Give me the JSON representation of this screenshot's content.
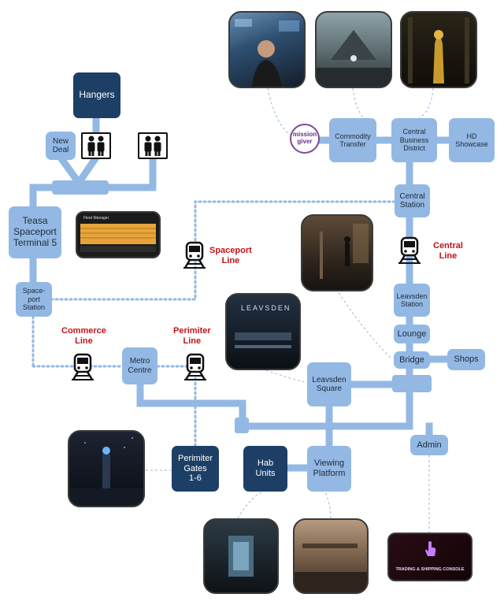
{
  "nodes": {
    "hangers": "Hangers",
    "new_deal": "New\nDeal",
    "teasa": "Teasa\nSpaceport\nTerminal 5",
    "spaceport_station": "Space-\nport\nStation",
    "metro_centre": "Metro\nCentre",
    "perimiter_gates": "Perimiter\nGates\n1-6",
    "hab_units": "Hab\nUnits",
    "viewing_platform": "Viewing\nPlatform",
    "admin": "Admin",
    "leavsden_square": "Leavsden\nSquare",
    "bridge": "Bridge",
    "shops": "Shops",
    "lounge": "Lounge",
    "leavsden_station": "Leavsden\nStation",
    "central_station": "Central\nStation",
    "central_business_district": "Central\nBusiness\nDistrict",
    "commodity_transfer": "Commodity\nTransfer",
    "hd_showcase": "HD\nShowcase",
    "mission_giver": "mission\ngiver"
  },
  "lines": {
    "spaceport_line": "Spaceport\nLine",
    "central_line": "Central\nLine",
    "commerce_line": "Commerce\nLine",
    "perimiter_line": "Perimiter\nLine"
  },
  "thumbnails": {
    "fleet_manager_title": "Fleet Manager",
    "leavsden_sign": "LEAVSDEN",
    "trading_console": "TRADING & SHIPPING CONSOLE"
  },
  "colors": {
    "light_node": "#93b8e4",
    "dark_node": "#1d3f66",
    "line_label": "#c0141b",
    "mission_giver_ring": "#7a4b96"
  },
  "icons": [
    "elevator-icon",
    "train-icon",
    "hand-pointer-icon"
  ]
}
